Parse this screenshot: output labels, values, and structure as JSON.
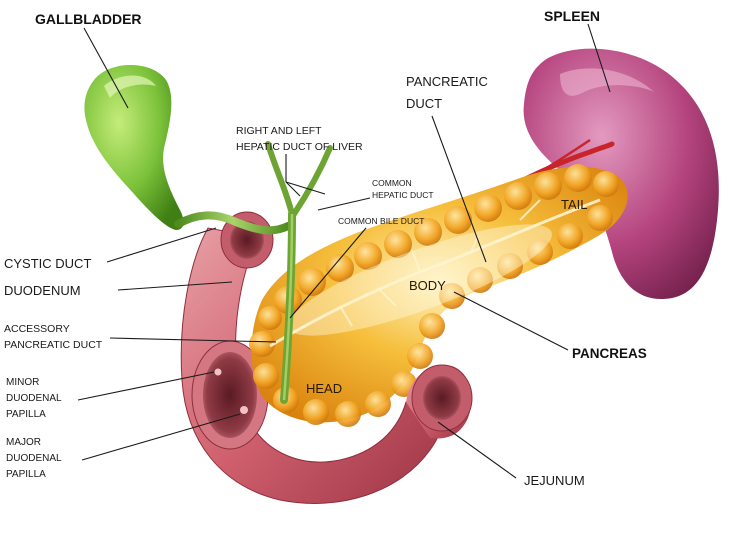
{
  "labels": {
    "gallbladder": "GALLBLADDER",
    "spleen": "SPLEEN",
    "hepatic_duct_line1": "RIGHT AND LEFT",
    "hepatic_duct_line2": "HEPATIC DUCT OF LIVER",
    "pancreatic_duct_line1": "PANCREATIC",
    "pancreatic_duct_line2": "DUCT",
    "common_hepatic_line1": "COMMON",
    "common_hepatic_line2": "HEPATIC DUCT",
    "common_bile_duct": "COMMON BILE DUCT",
    "tail": "TAIL",
    "cystic_duct": "CYSTIC DUCT",
    "duodenum": "DUODENUM",
    "body": "BODY",
    "accessory_line1": "ACCESSORY",
    "accessory_line2": "PANCREATIC DUCT",
    "pancreas": "PANCREAS",
    "minor_line1": "MINOR",
    "minor_line2": "DUODENAL",
    "minor_line3": "PAPILLA",
    "head": "HEAD",
    "major_line1": "MAJOR",
    "major_line2": "DUODENAL",
    "major_line3": "PAPILLA",
    "jejunum": "JEJUNUM"
  },
  "colors": {
    "gallbladder": "#79c23a",
    "spleen": "#b5447e",
    "pancreas": "#f2a81d",
    "duodenum": "#d86c78",
    "duct": "#7dab3c",
    "artery": "#c8252a"
  }
}
